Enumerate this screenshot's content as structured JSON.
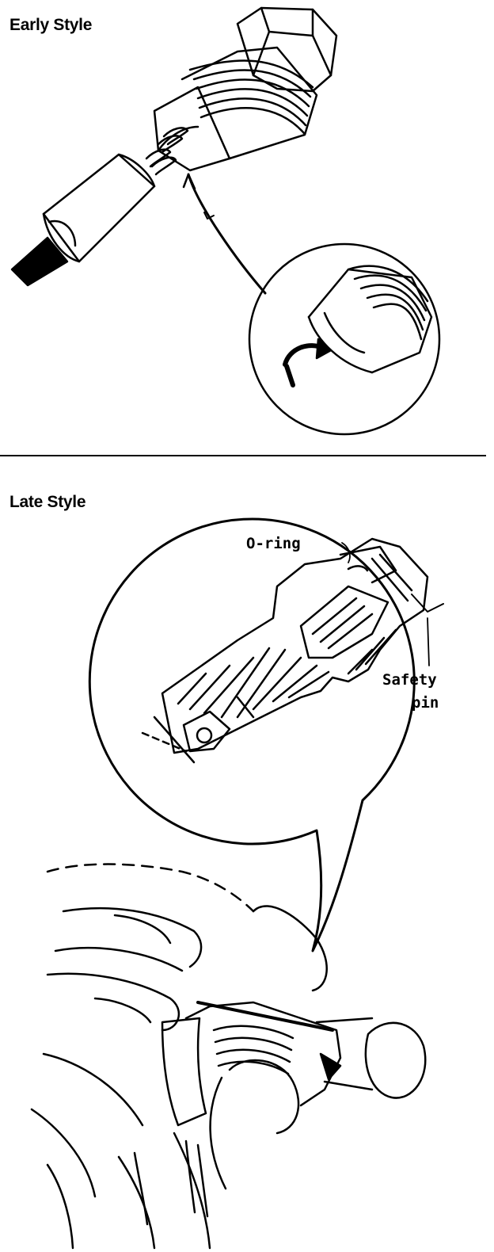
{
  "sections": {
    "early": {
      "title": "Early Style"
    },
    "late": {
      "title": "Late Style"
    }
  },
  "callouts": {
    "o_ring": "O-ring",
    "safety_pin_line1": "Safety",
    "safety_pin_line2": "pin"
  }
}
